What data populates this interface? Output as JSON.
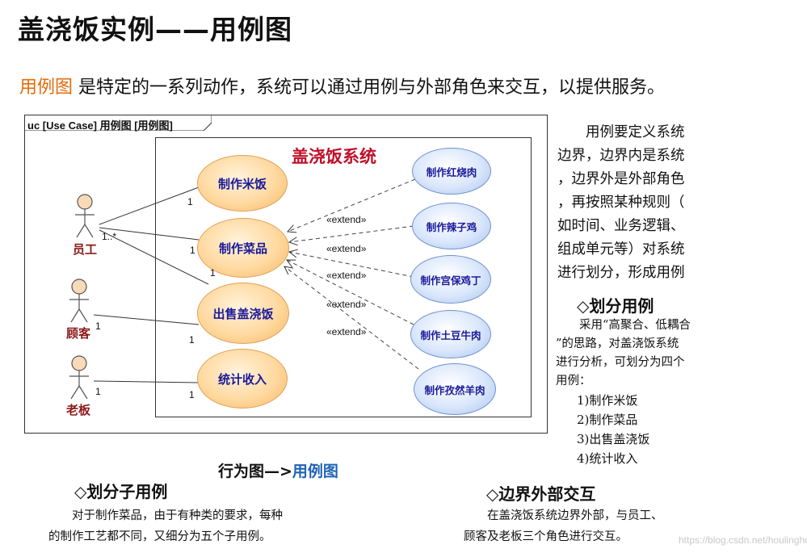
{
  "title": "盖浇饭实例——用例图",
  "intro": {
    "highlight": "用例图",
    "rest": " 是特定的一系列动作，系统可以通过用例与外部角色来交互，以提供服务。"
  },
  "diagram": {
    "frame_label": "uc [Use Case] 用例图 [用例图]",
    "system_title": "盖浇饭系统",
    "actors": [
      {
        "id": "staff",
        "label": "员工"
      },
      {
        "id": "customer",
        "label": "顾客"
      },
      {
        "id": "boss",
        "label": "老板"
      }
    ],
    "main_use_cases": [
      {
        "id": "rice",
        "label": "制作米饭"
      },
      {
        "id": "dish",
        "label": "制作菜品"
      },
      {
        "id": "sell",
        "label": "出售盖浇饭"
      },
      {
        "id": "stats",
        "label": "统计收入"
      }
    ],
    "sub_use_cases": [
      {
        "id": "hongshao",
        "label": "制作红烧肉"
      },
      {
        "id": "lazi",
        "label": "制作辣子鸡"
      },
      {
        "id": "gongbao",
        "label": "制作宫保鸡丁"
      },
      {
        "id": "tudou",
        "label": "制作土豆牛肉"
      },
      {
        "id": "ziran",
        "label": "制作孜然羊肉"
      }
    ],
    "extend_label": "«extend»",
    "multiplicities": {
      "staff_side": "1..*",
      "rice_end": "1",
      "dish_end": "1",
      "sell_end_staff": "1",
      "customer_side": "1",
      "sell_end_customer": "1",
      "boss_side": "1",
      "stats_end": "1"
    }
  },
  "boundary_note": {
    "lines": [
      "　　用例要定义系统",
      "边界，边界内是系统",
      "，边界外是外部角色",
      "，再按照某种规则（",
      "如时间、业务逻辑、",
      "组成单元等）对系统",
      "进行划分，形成用例"
    ]
  },
  "divide": {
    "heading": "◇划分用例",
    "text_lines": [
      "　　采用“高聚合、低耦合",
      "”的思路，对盖浇饭系统",
      "进行分析，可划分为四个",
      "用例："
    ],
    "list": [
      "1)制作米饭",
      "2)制作菜品",
      "3)出售盖浇饭",
      "4)统计收入"
    ]
  },
  "flow": {
    "prefix": "行为图—>",
    "target": "用例图"
  },
  "sub_divide": {
    "heading": "◇划分子用例",
    "text_lines": [
      "　　对于制作菜品，由于有种类的要求，每种",
      "的制作工艺都不同，又细分为五个子用例。"
    ]
  },
  "external": {
    "heading": "◇边界外部交互",
    "text_lines": [
      "　　在盖浇饭系统边界外部，与员工、",
      "顾客及老板三个角色进行交互。"
    ]
  },
  "watermark": "https://blog.csdn.net/houlinghouling"
}
